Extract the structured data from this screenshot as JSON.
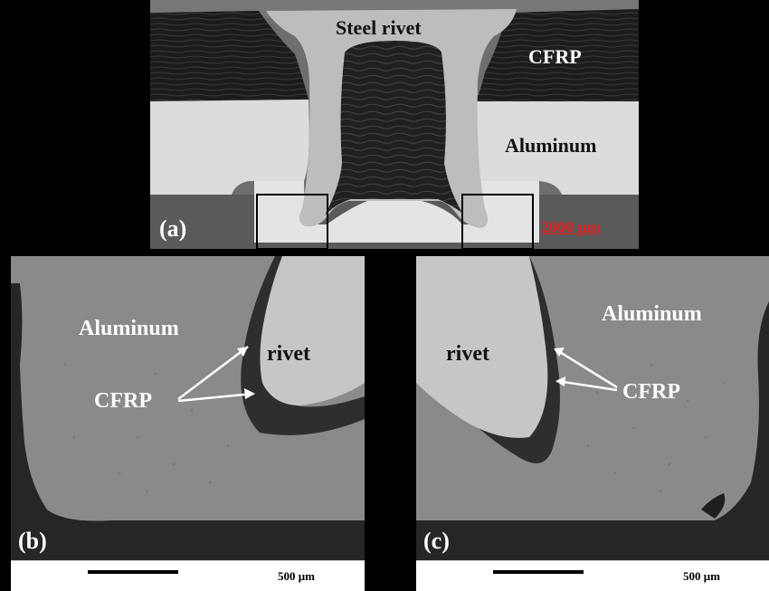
{
  "panel_a": {
    "letter": "(a)",
    "steel_label": "Steel rivet",
    "cfrp_label": "CFRP",
    "aluminum_label": "Aluminum",
    "scale_label": "2000 μm",
    "scale_color": "#e21e1e"
  },
  "panel_b": {
    "letter": "(b)",
    "aluminum_label": "Aluminum",
    "rivet_label": "rivet",
    "cfrp_label": "CFRP",
    "scale_label": "500 μm"
  },
  "panel_c": {
    "letter": "(c)",
    "aluminum_label": "Aluminum",
    "rivet_label": "rivet",
    "cfrp_label": "CFRP",
    "scale_label": "500 μm"
  }
}
